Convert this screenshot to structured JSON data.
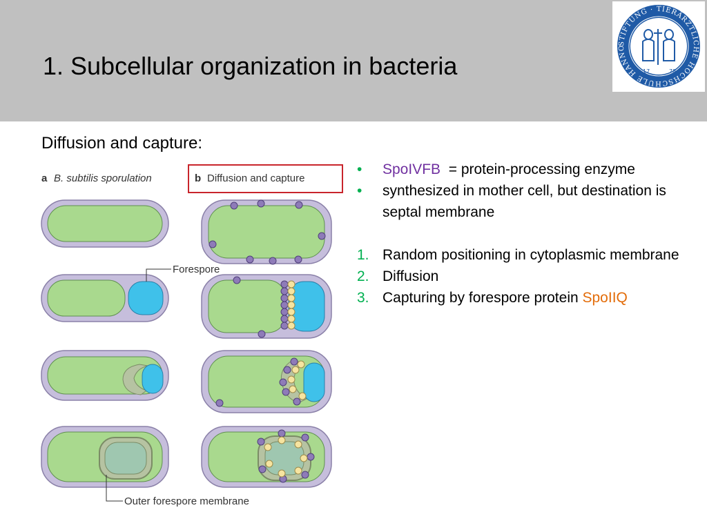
{
  "slide": {
    "title": "1. Subcellular organization in bacteria",
    "subtitle": "Diffusion and capture:"
  },
  "logo": {
    "ring_text": "STIFTUNG · TIERÄRZTLICHE HOCHSCHULE HANNOVER",
    "year_left": "17",
    "year_right": "78",
    "colors": {
      "ring": "#1f5aa6",
      "inner": "#ffffff"
    }
  },
  "figure": {
    "panel_a_letter": "a",
    "panel_a_title": "B. subtilis sporulation",
    "panel_b_letter": "b",
    "panel_b_title": "Diffusion and capture",
    "label_forespore": "Forespore",
    "label_outer_membrane": "Outer forespore membrane",
    "colors": {
      "cell_envelope": "#c6bedc",
      "cytoplasm": "#a9d98e",
      "forespore": "#3fc1ea",
      "engulfing_membrane": "#b6c3a2",
      "spoivfb_dot": "#8e7bb8",
      "spoiiq_dot": "#f6e4a0",
      "highlight_box": "#c8242b"
    }
  },
  "notes": {
    "bullets": [
      {
        "marker": "•",
        "parts": [
          {
            "text": "SpoIVFB",
            "color": "purple"
          },
          {
            "text": "  = protein-processing enzyme"
          }
        ]
      },
      {
        "marker": "•",
        "parts": [
          {
            "text": "synthesized in mother cell, but destination is septal membrane"
          }
        ]
      }
    ],
    "steps": [
      {
        "marker": "1.",
        "parts": [
          {
            "text": "Random positioning in cytoplasmic membrane"
          }
        ]
      },
      {
        "marker": "2.",
        "parts": [
          {
            "text": "Diffusion"
          }
        ]
      },
      {
        "marker": "3.",
        "parts": [
          {
            "text": "Capturing by forespore protein "
          },
          {
            "text": "SpoIIQ",
            "color": "orange"
          }
        ]
      }
    ],
    "colors": {
      "bullet_marker": "#00b050",
      "step_marker": "#00b050",
      "purple": "#7030a0",
      "orange": "#e36c09"
    }
  }
}
